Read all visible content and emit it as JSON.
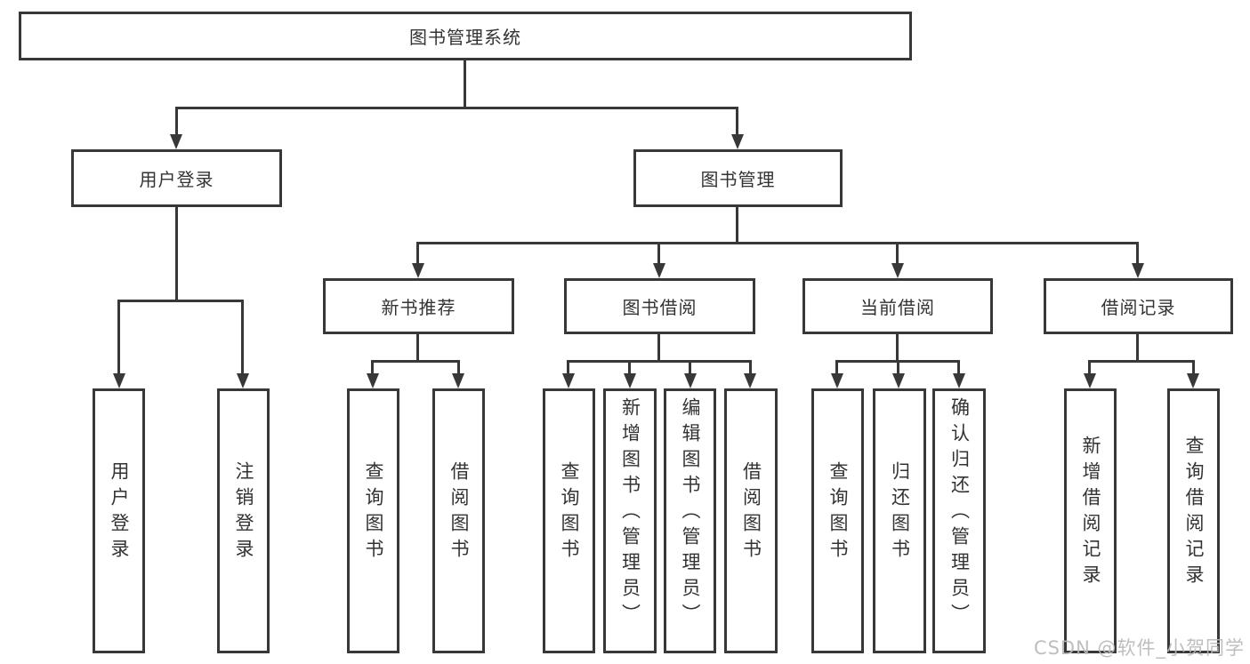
{
  "diagram": {
    "root": {
      "label": "图书管理系统",
      "children": [
        {
          "label": "用户登录",
          "children": [
            {
              "label": "用户登录"
            },
            {
              "label": "注销登录"
            }
          ]
        },
        {
          "label": "图书管理",
          "children": [
            {
              "label": "新书推荐",
              "children": [
                {
                  "label": "查询图书"
                },
                {
                  "label": "借阅图书"
                }
              ]
            },
            {
              "label": "图书借阅",
              "children": [
                {
                  "label": "查询图书"
                },
                {
                  "label": "新增图书（管理员）"
                },
                {
                  "label": "编辑图书（管理员）"
                },
                {
                  "label": "借阅图书"
                }
              ]
            },
            {
              "label": "当前借阅",
              "children": [
                {
                  "label": "查询图书"
                },
                {
                  "label": "归还图书"
                },
                {
                  "label": "确认归还（管理员）"
                }
              ]
            },
            {
              "label": "借阅记录",
              "children": [
                {
                  "label": "新增借阅记录"
                },
                {
                  "label": "查询借阅记录"
                }
              ]
            }
          ]
        }
      ]
    }
  },
  "watermark": {
    "text": "CSDN @软件_小贺同学"
  },
  "colors": {
    "line": "#383838",
    "text": "#333333",
    "watermark": "#b9b9b9",
    "background": "#ffffff"
  }
}
